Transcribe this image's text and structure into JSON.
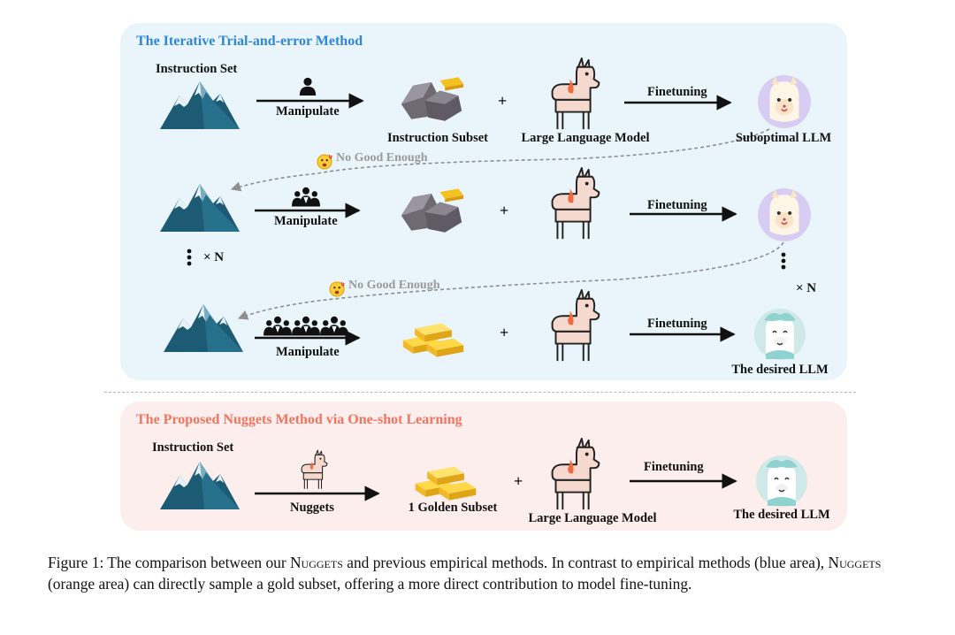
{
  "top_panel": {
    "title": "The Iterative Trial-and-error Method",
    "instruction_set_label": "Instruction Set",
    "manipulate_label": "Manipulate",
    "instruction_subset_label": "Instruction Subset",
    "llm_label": "Large Language Model",
    "finetuning_label": "Finetuning",
    "plus": "+",
    "suboptimal_label": "Suboptimal LLM",
    "feedback_label": "No Good Enough",
    "repeat_label": "× N",
    "desired_label": "The desired LLM"
  },
  "bottom_panel": {
    "title": "The Proposed Nuggets Method via One-shot Learning",
    "instruction_set_label": "Instruction Set",
    "nuggets_label": "Nuggets",
    "golden_subset_label": "1 Golden Subset",
    "plus": "+",
    "finetuning_label": "Finetuning",
    "llm_label": "Large Language Model",
    "desired_label": "The desired LLM"
  },
  "caption": {
    "part1": "Figure 1: The comparison between our ",
    "nuggets": "Nuggets",
    "part2": " and previous empirical methods. In contrast to empirical methods (blue area), ",
    "part3": " (orange area) can directly sample a gold subset, offering a more direct contribution to model fine-tuning."
  },
  "colors": {
    "top_panel_bg": "#eaf5fb",
    "bottom_panel_bg": "#fceeec",
    "top_title": "#2d86d8",
    "bottom_title": "#f2735e",
    "mountain": "#1d5b74",
    "gold": "#f4c21f",
    "rock": "#6f6a72",
    "llama_body": "#f5d9cf"
  }
}
